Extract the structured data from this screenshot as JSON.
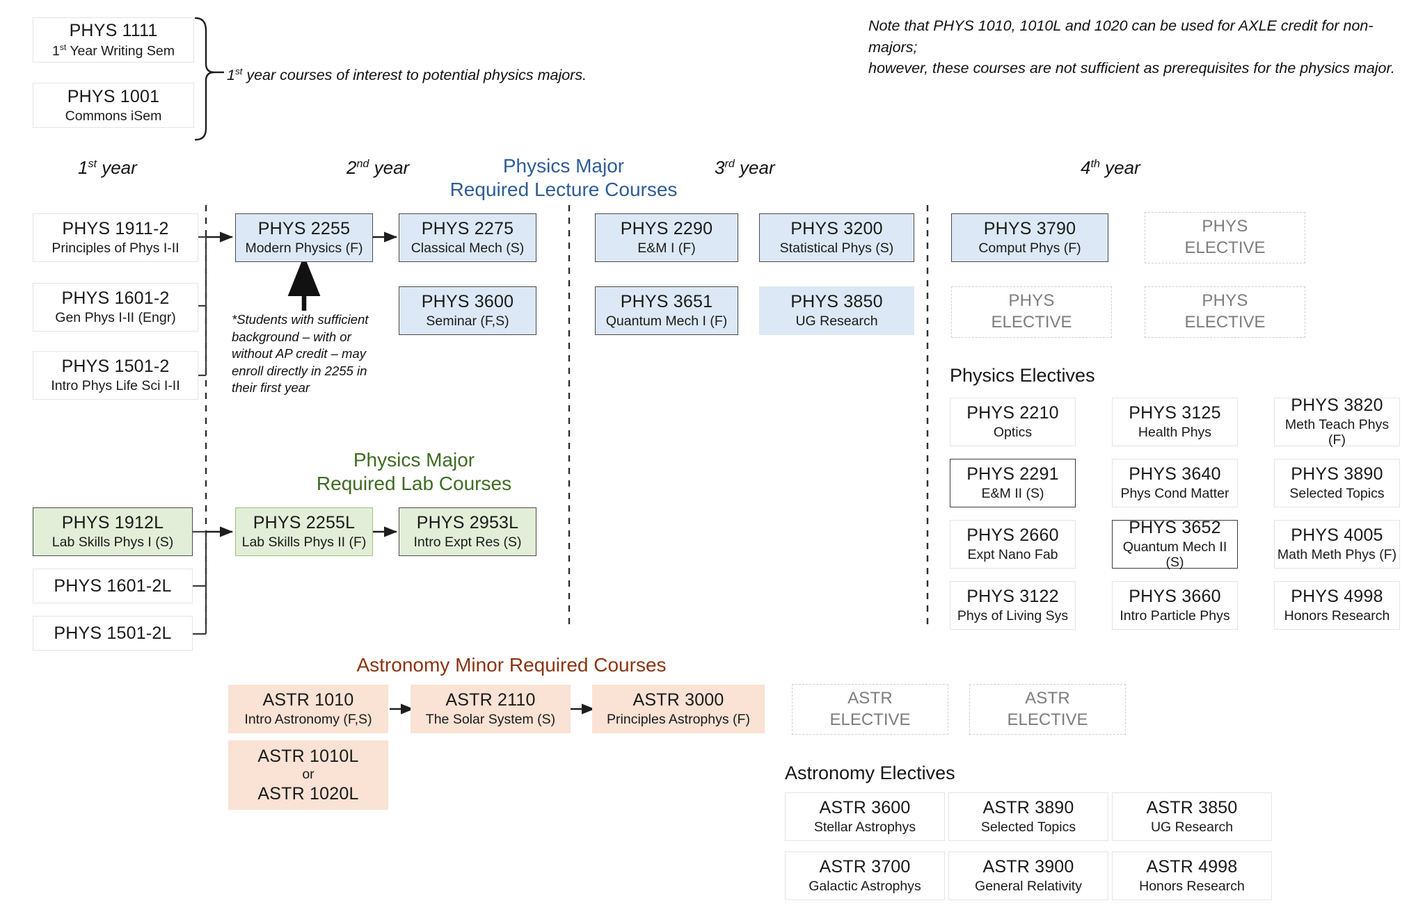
{
  "notes": {
    "axle_note_line1": "Note that PHYS 1010, 1010L and 1020 can be used for AXLE credit for non-majors;",
    "axle_note_line2": "however, these courses are not sufficient as prerequisites for the physics major.",
    "bracket_note": "1st year courses of interest to potential physics majors.",
    "bracket_note_sup": "st",
    "bracket_note_pre": "1",
    "bracket_note_post": " year courses of interest to potential physics majors.",
    "footnote_2255": "*Students with sufficient background – with or without AP credit – may enroll directly in 2255 in their first year"
  },
  "year_labels": [
    {
      "num": "1",
      "sup": "st",
      "word": " year"
    },
    {
      "num": "2",
      "sup": "nd",
      "word": " year"
    },
    {
      "num": "3",
      "sup": "rd",
      "word": " year"
    },
    {
      "num": "4",
      "sup": "th",
      "word": " year"
    }
  ],
  "section_titles": {
    "lecture_line1": "Physics Major",
    "lecture_line2": "Required Lecture Courses",
    "lab_line1": "Physics Major",
    "lab_line2": "Required Lab Courses",
    "astro_minor": "Astronomy Minor Required Courses",
    "physics_electives": "Physics Electives",
    "astronomy_electives": "Astronomy Electives"
  },
  "interest_courses": [
    {
      "code": "PHYS 1111",
      "title": "1st Year Writing Sem",
      "title_pre": "1",
      "title_sup": "st",
      "title_post": " Year Writing Sem"
    },
    {
      "code": "PHYS 1001",
      "title": "Commons iSem"
    }
  ],
  "year1_lecture": [
    {
      "code": "PHYS 1911-2",
      "title": "Principles of Phys I-II"
    },
    {
      "code": "PHYS 1601-2",
      "title": "Gen Phys I-II (Engr)"
    },
    {
      "code": "PHYS 1501-2",
      "title": "Intro Phys Life Sci I-II"
    }
  ],
  "year2_lecture": [
    {
      "code": "PHYS 2255",
      "title": "Modern Physics (F)"
    },
    {
      "code": "PHYS 2275",
      "title": "Classical Mech (S)"
    },
    {
      "code": "PHYS 3600",
      "title": "Seminar (F,S)"
    }
  ],
  "year3_lecture": [
    {
      "code": "PHYS 2290",
      "title": "E&M I (F)"
    },
    {
      "code": "PHYS 3200",
      "title": "Statistical Phys (S)"
    },
    {
      "code": "PHYS 3651",
      "title": "Quantum Mech I (F)"
    },
    {
      "code": "PHYS 3850",
      "title": "UG Research"
    }
  ],
  "year4_lecture": [
    {
      "code": "PHYS 3790",
      "title": "Comput Phys (F)"
    }
  ],
  "phys_elective_slots": [
    {
      "line1": "PHYS",
      "line2": "ELECTIVE"
    },
    {
      "line1": "PHYS",
      "line2": "ELECTIVE"
    },
    {
      "line1": "PHYS",
      "line2": "ELECTIVE"
    }
  ],
  "year1_lab": [
    {
      "code": "PHYS 1912L",
      "title": "Lab Skills Phys I (S)"
    },
    {
      "code": "PHYS 1601-2L",
      "title": ""
    },
    {
      "code": "PHYS 1501-2L",
      "title": ""
    }
  ],
  "lab_sequence": [
    {
      "code": "PHYS 2255L",
      "title": "Lab Skills Phys II (F)"
    },
    {
      "code": "PHYS 2953L",
      "title": "Intro Expt Res (S)"
    }
  ],
  "physics_electives_grid": [
    {
      "code": "PHYS 2210",
      "title": "Optics",
      "emphasis": false
    },
    {
      "code": "PHYS 3125",
      "title": "Health Phys",
      "emphasis": false
    },
    {
      "code": "PHYS 3820",
      "title": "Meth Teach Phys (F)",
      "emphasis": false
    },
    {
      "code": "PHYS 2291",
      "title": "E&M II (S)",
      "emphasis": true
    },
    {
      "code": "PHYS 3640",
      "title": "Phys Cond Matter",
      "emphasis": false
    },
    {
      "code": "PHYS 3890",
      "title": "Selected Topics",
      "emphasis": false
    },
    {
      "code": "PHYS 2660",
      "title": "Expt Nano Fab",
      "emphasis": false
    },
    {
      "code": "PHYS 3652",
      "title": "Quantum Mech II (S)",
      "emphasis": true
    },
    {
      "code": "PHYS 4005",
      "title": "Math Meth Phys (F)",
      "emphasis": false
    },
    {
      "code": "PHYS 3122",
      "title": "Phys of Living Sys",
      "emphasis": false
    },
    {
      "code": "PHYS 3660",
      "title": "Intro Particle Phys",
      "emphasis": false
    },
    {
      "code": "PHYS 4998",
      "title": "Honors Research",
      "emphasis": false
    }
  ],
  "astro_required": [
    {
      "code": "ASTR 1010",
      "title": "Intro Astronomy (F,S)"
    },
    {
      "code": "ASTR 2110",
      "title": "The Solar System (S)"
    },
    {
      "code": "ASTR 3000",
      "title": "Principles Astrophys (F)"
    }
  ],
  "astro_lab_choice": {
    "line1": "ASTR 1010L",
    "line2": "or",
    "line3": "ASTR 1020L"
  },
  "astr_elective_slots": [
    {
      "line1": "ASTR",
      "line2": "ELECTIVE"
    },
    {
      "line1": "ASTR",
      "line2": "ELECTIVE"
    }
  ],
  "astronomy_electives_grid": [
    {
      "code": "ASTR 3600",
      "title": "Stellar Astrophys"
    },
    {
      "code": "ASTR 3890",
      "title": "Selected Topics"
    },
    {
      "code": "ASTR 3850",
      "title": "UG Research"
    },
    {
      "code": "ASTR 3700",
      "title": "Galactic Astrophys"
    },
    {
      "code": "ASTR 3900",
      "title": "General Relativity"
    },
    {
      "code": "ASTR 4998",
      "title": "Honors Research"
    }
  ],
  "colors": {
    "lecture_blue": "#dce8f5",
    "lecture_heading": "#2f5c96",
    "lab_green": "#e2eed7",
    "lab_heading": "#3f6b23",
    "astro_peach": "#fae2d4",
    "astro_heading": "#8a3410",
    "elective_gray": "#7d7d7d"
  }
}
